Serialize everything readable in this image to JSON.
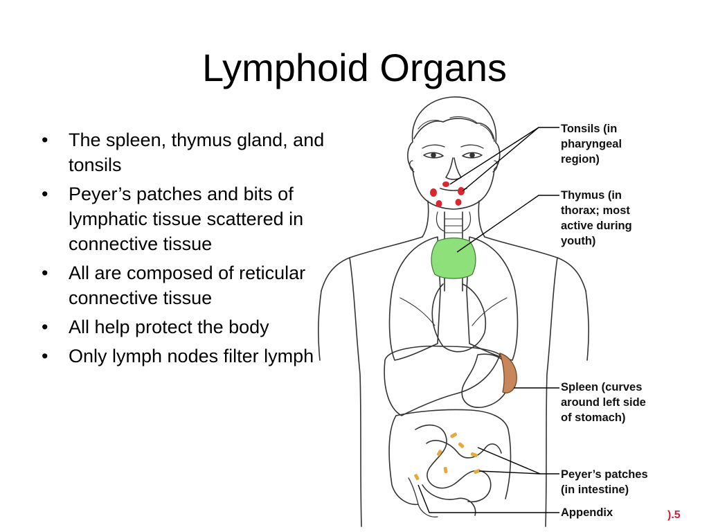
{
  "slide": {
    "title": "Lymphoid Organs",
    "bullets": [
      "The spleen, thymus gland, and tonsils",
      "Peyer’s patches and bits of lymphatic tissue scattered in connective tissue",
      "All are composed of reticular connective tissue",
      "All help protect the body",
      "Only lymph nodes filter lymph"
    ],
    "figure_ref": ").5"
  },
  "figure": {
    "callouts": {
      "tonsils": [
        "Tonsils (in",
        "pharyngeal",
        "region)"
      ],
      "thymus": [
        "Thymus (in",
        "thorax; most",
        "active during",
        "youth)"
      ],
      "spleen": [
        "Spleen (curves",
        "around left side",
        "of stomach)"
      ],
      "peyers": [
        "Peyer’s patches",
        "(in intestine)"
      ],
      "appendix": [
        "Appendix"
      ]
    },
    "colors": {
      "tonsils": "#d9272e",
      "thymus": "#8ee07a",
      "spleen": "#c8875a",
      "peyers": "#e6a93a",
      "outline": "#333333"
    }
  }
}
